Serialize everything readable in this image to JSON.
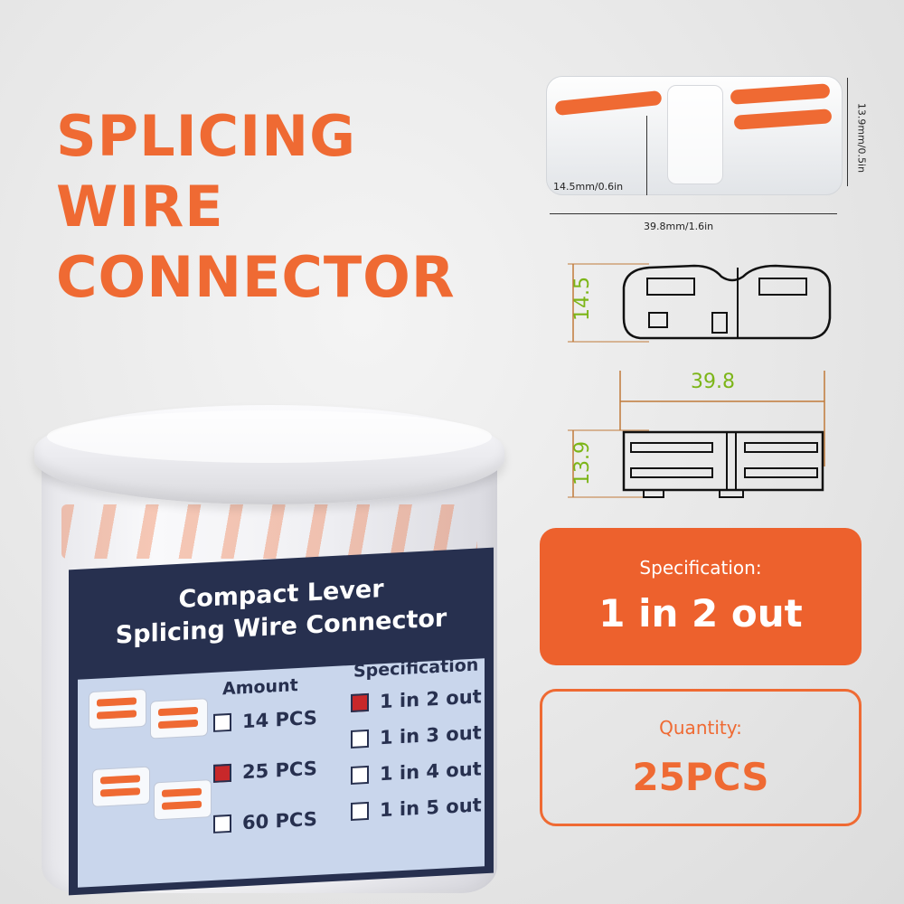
{
  "headline": {
    "line1": "SPLICING",
    "line2": "WIRE",
    "line3": "CONNECTOR"
  },
  "colors": {
    "accent": "#ef6a33",
    "label_navy": "#27304f",
    "label_blue": "#c9d6ec",
    "checked_red": "#c8282a",
    "dimension_green": "#7cb518"
  },
  "jar_label": {
    "title_line1": "Compact Lever",
    "title_line2": "Splicing Wire Connector",
    "amount_header": "Amount",
    "spec_header": "Specification",
    "amounts": [
      {
        "text": "14 PCS",
        "checked": false
      },
      {
        "text": "25 PCS",
        "checked": true
      },
      {
        "text": "60 PCS",
        "checked": false
      }
    ],
    "specs": [
      {
        "text": "1 in 2 out",
        "checked": true
      },
      {
        "text": "1 in 3 out",
        "checked": false
      },
      {
        "text": "1 in 4 out",
        "checked": false
      },
      {
        "text": "1 in 5 out",
        "checked": false
      }
    ]
  },
  "photo_dims": {
    "height_side": "13.9mm/0.5in",
    "height_front": "14.5mm/0.6in",
    "length": "39.8mm/1.6in"
  },
  "drawing_dims": {
    "side_height": "14.5",
    "top_length": "39.8",
    "top_height": "13.9"
  },
  "spec_box": {
    "label": "Specification:",
    "value": "1 in 2 out"
  },
  "qty_box": {
    "label": "Quantity:",
    "value": "25PCS"
  }
}
